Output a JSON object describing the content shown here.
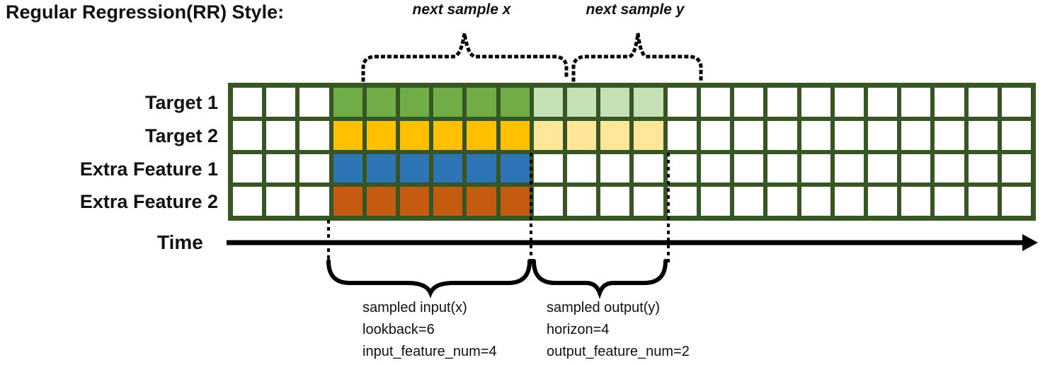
{
  "title": "Regular Regression(RR) Style:",
  "colors": {
    "border_green": "#375623",
    "white": "#ffffff",
    "green": "#70ad47",
    "light_green": "#c5e0b4",
    "gold": "#ffc000",
    "light_gold": "#ffe699",
    "blue": "#2e75b6",
    "orange": "#c55a11",
    "ink": "#000000"
  },
  "grid": {
    "columns": 24,
    "rows": [
      {
        "label": "Target 1",
        "segments": [
          {
            "color": "white",
            "count": 3
          },
          {
            "color": "green",
            "count": 6
          },
          {
            "color": "light_green",
            "count": 4
          },
          {
            "color": "white",
            "count": 11
          }
        ]
      },
      {
        "label": "Target 2",
        "segments": [
          {
            "color": "white",
            "count": 3
          },
          {
            "color": "gold",
            "count": 6
          },
          {
            "color": "light_gold",
            "count": 4
          },
          {
            "color": "white",
            "count": 11
          }
        ]
      },
      {
        "label": "Extra Feature 1",
        "segments": [
          {
            "color": "white",
            "count": 3
          },
          {
            "color": "blue",
            "count": 6
          },
          {
            "color": "white",
            "count": 15
          }
        ]
      },
      {
        "label": "Extra Feature 2",
        "segments": [
          {
            "color": "white",
            "count": 3
          },
          {
            "color": "orange",
            "count": 6
          },
          {
            "color": "white",
            "count": 15
          }
        ]
      }
    ]
  },
  "annotations": {
    "next_sample_x": "next sample x",
    "next_sample_y": "next sample y",
    "time_label": "Time",
    "input_block": {
      "lines": [
        "sampled input(x)",
        "lookback=6",
        "input_feature_num=4"
      ]
    },
    "output_block": {
      "lines": [
        "sampled output(y)",
        "horizon=4",
        "output_feature_num=2"
      ]
    }
  },
  "sample_windows": {
    "lookback": 6,
    "horizon": 4,
    "input_feature_num": 4,
    "output_feature_num": 2,
    "input_columns_start": 4,
    "output_columns_start": 10
  }
}
